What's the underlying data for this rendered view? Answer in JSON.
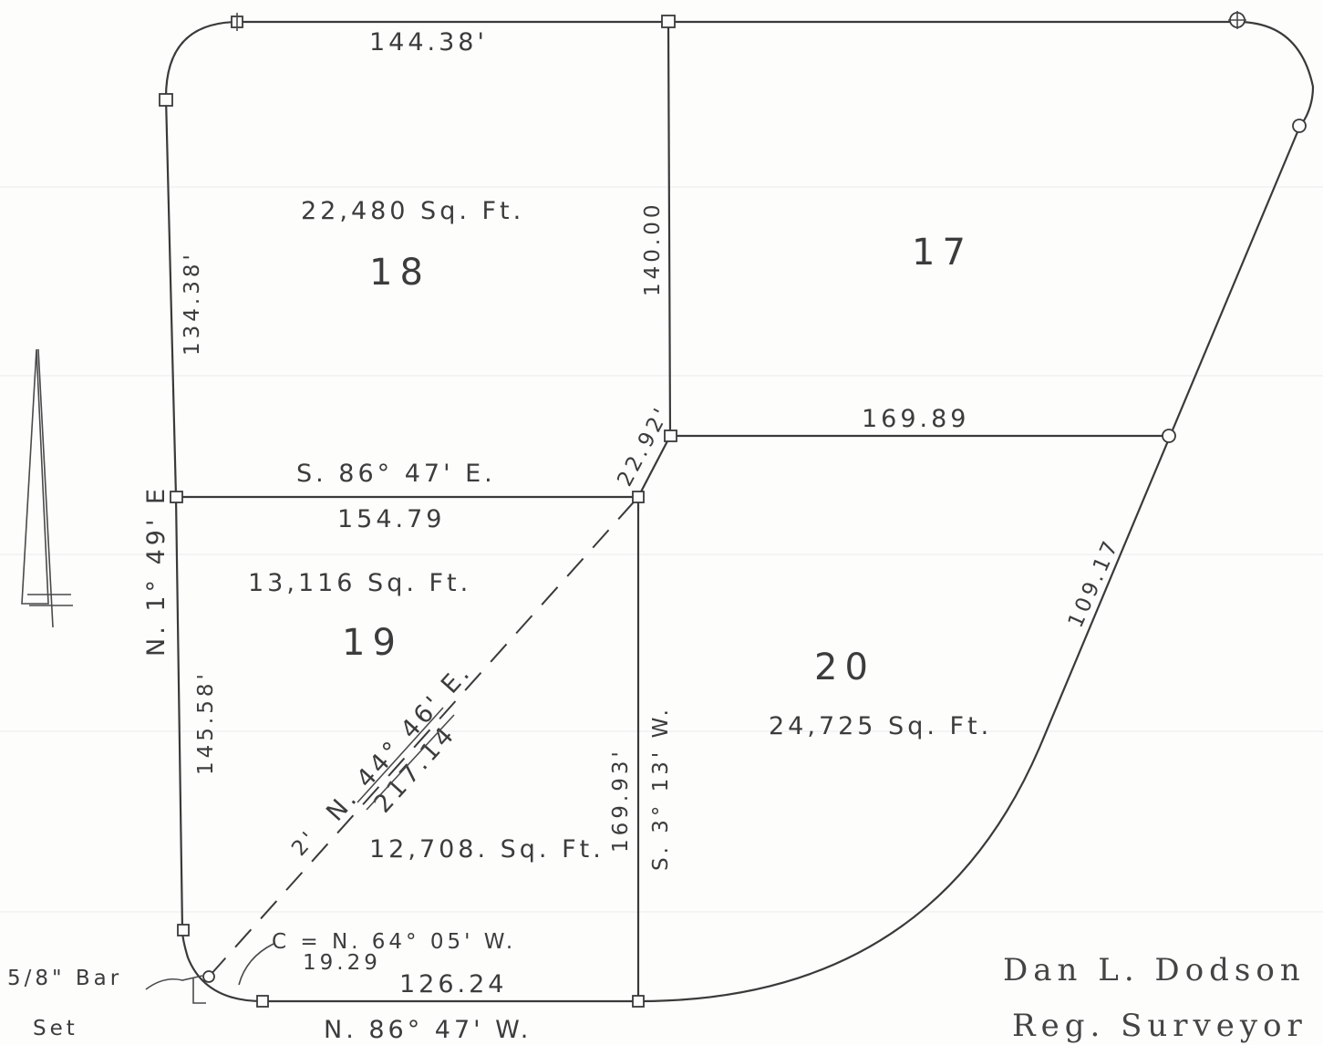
{
  "lots": [
    {
      "number": "18",
      "area": "22,480 Sq. Ft."
    },
    {
      "number": "17"
    },
    {
      "number": "19",
      "area": "13,116 Sq. Ft."
    },
    {
      "number": "20",
      "area": "24,725 Sq. Ft."
    },
    {
      "area": "12,708. Sq. Ft."
    }
  ],
  "dimensions": {
    "top_lot18": "144.38'",
    "west_lot18": "134.38'",
    "east_lot18": "140.00",
    "north_bearing": "N. 1° 49' E",
    "lot18_19_bearing": "S. 86° 47' E.",
    "lot18_19_distance": "154.79",
    "short_segment": "22.92'",
    "lot17_20": "169.89",
    "curve_chord": "109.17",
    "west_lot19": "145.58'",
    "diagonal_bearing": "N. 44° 46' E.",
    "diagonal_distance": "217.14",
    "diagonal_prefix": "2'",
    "east_lot19": "169.93'",
    "east_lot19_bearing": "S. 3° 13' W.",
    "curve_bearing": "C = N. 64° 05' W.",
    "curve_distance": "19.29",
    "bottom_distance": "126.24",
    "bottom_bearing": "N. 86° 47' W."
  },
  "corner_note": {
    "line1": "5/8\" Bar",
    "line2": "Set"
  },
  "surveyor": {
    "name": "Dan L. Dodson",
    "title": "Reg. Surveyor"
  }
}
